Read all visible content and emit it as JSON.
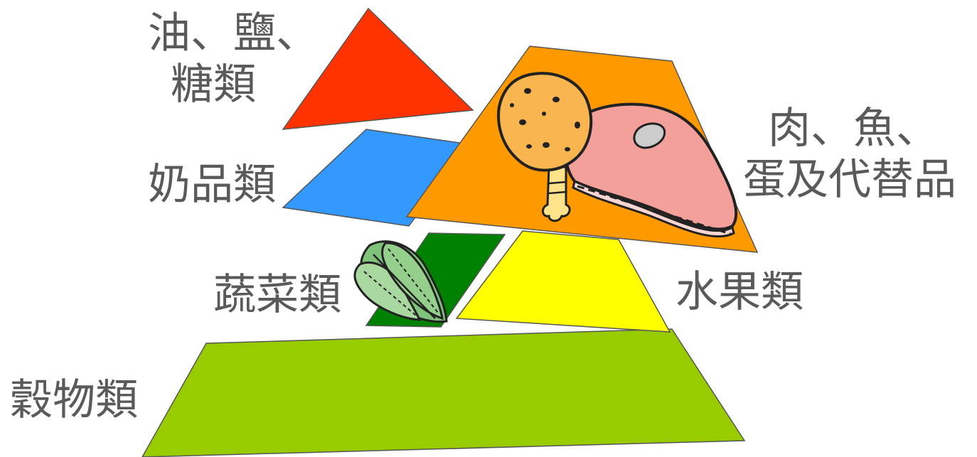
{
  "groups": {
    "oil_salt_sugar": {
      "line1": "油、鹽、",
      "line2": "糖類",
      "color": "#ff3300"
    },
    "dairy": {
      "label": "奶品類",
      "color": "#3399ff"
    },
    "meat_fish_egg": {
      "line1": "肉、魚、",
      "line2": "蛋及代替品",
      "color": "#ff9900"
    },
    "vegetables": {
      "label": "蔬菜類",
      "color": "#008000"
    },
    "fruit": {
      "label": "水果類",
      "color": "#ffff00"
    },
    "grains": {
      "label": "穀物類",
      "color": "#99cc00"
    }
  },
  "icons": {
    "vegetable": "lettuce-icon",
    "meat": "chicken-drumstick-and-steak-icon"
  }
}
